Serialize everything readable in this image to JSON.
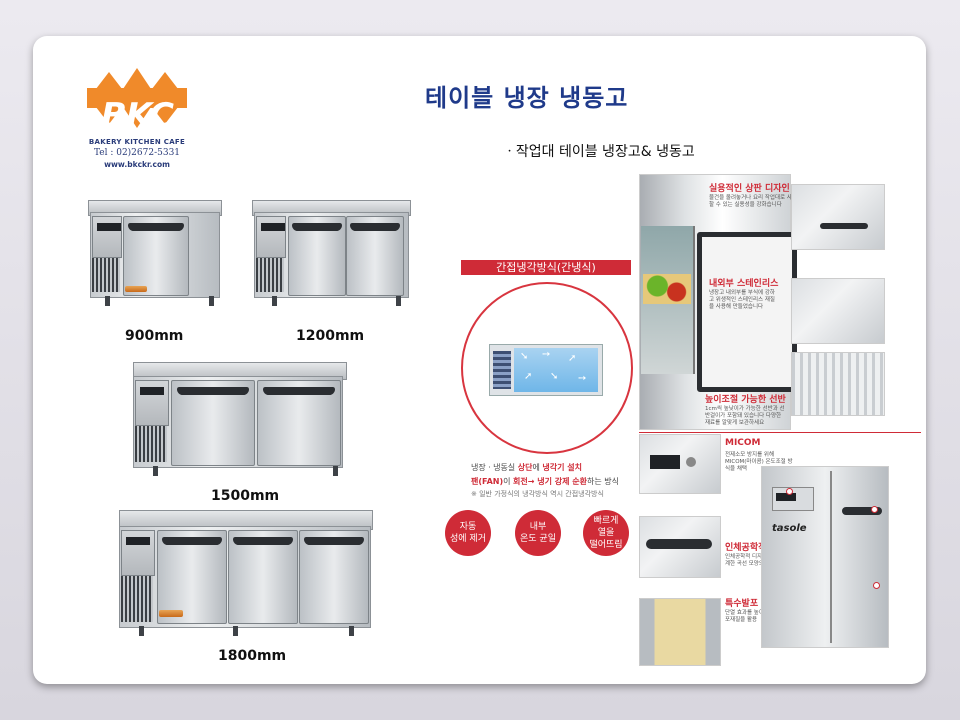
{
  "logo": {
    "brand": "BKC",
    "subtitle": "BAKERY KITCHEN CAFE",
    "tel": "Tel : 02)2672-5331",
    "website": "www.bkckr.com",
    "colors": {
      "diamond": "#f08a2a",
      "text": "#2a3c7a"
    }
  },
  "title": "테이블 냉장 냉동고",
  "subtitle": "ㆍ작업대 테이블 냉장고& 냉동고",
  "products": [
    {
      "size": "900mm"
    },
    {
      "size": "1200mm"
    },
    {
      "size": "1500mm"
    },
    {
      "size": "1800mm"
    }
  ],
  "cooling": {
    "header": "간접냉각방식(간냉식)",
    "desc1_prefix": "냉장ㆍ냉동실 ",
    "desc1_bold1": "상단",
    "desc1_mid": "에 ",
    "desc1_bold2": "냉각기 설치",
    "desc2_bold1": "팬(FAN)",
    "desc2_mid": "이 ",
    "desc2_bold2": "회전→ 냉기 강제 순환",
    "desc2_suffix": "하는 방식",
    "note": "※ 일반 가정식의 냉각방식 역시 간접냉각방식",
    "badges": [
      "자동\n성에 제거",
      "내부\n온도 균일",
      "빠르게\n열을\n떨어뜨림"
    ],
    "accent": "#cf2b37"
  },
  "features": [
    {
      "title": "실용적인 상판 디자인",
      "desc": "물건을 올려놓거나 요리 작업대로 사용할 수 있는 실용성을 강화습니다"
    },
    {
      "title": "내외부 스테인리스",
      "desc": "냉장고 내외부를 부식에 강하고 위생적인 스테인리스 재질을 사용해 만들었습니다"
    },
    {
      "title": "높이조절 가능한 선반",
      "desc": "1cm씩 높낮이가 가능한 선반과 선반걸이가 포함돼 있습니다 다양한 재료를 알맞게 보관하세요"
    },
    {
      "title": "MICOM",
      "desc": "전제소모 방지를 위해 MICOM(마이콤) 온도조절 방식을 채택"
    },
    {
      "title": "인체공학적 손잡이",
      "desc": "인체공학적 디자인으로 설계한 곡선 모양의 손잡이"
    },
    {
      "title": "특수발포",
      "desc": "단열 효과를 높여주는 특수발포재질을 활용"
    }
  ],
  "panel_logo": "tasole"
}
